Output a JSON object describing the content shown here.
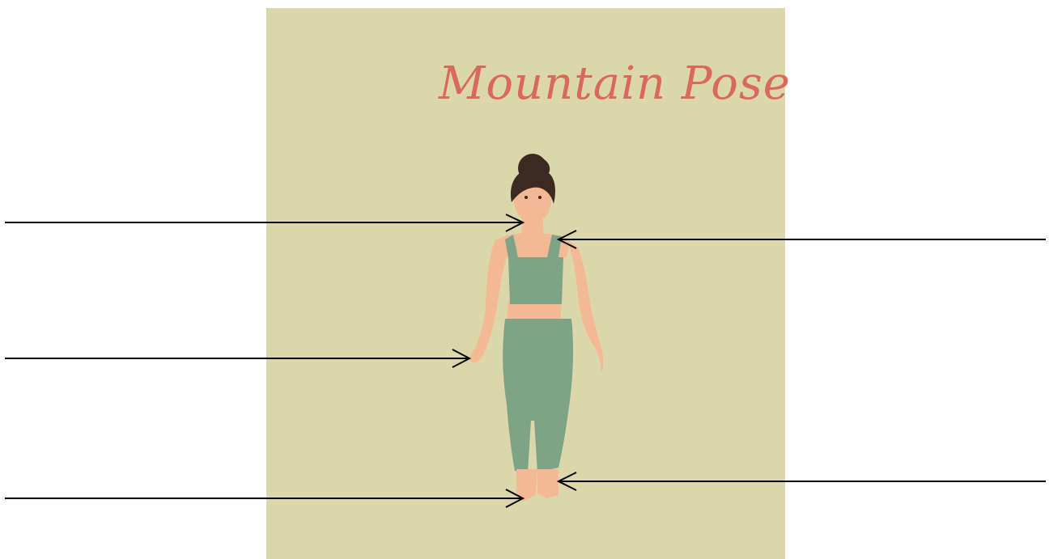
{
  "poster": {
    "title": "Mountain Pose",
    "colors": {
      "background": "#dbd7ab",
      "title": "#d9695a",
      "skin": "#f2b994",
      "clothing": "#7fa387",
      "hair": "#3b2a22",
      "arrow": "#000000"
    }
  },
  "pointers": [
    {
      "id": "head",
      "side": "left"
    },
    {
      "id": "shoulder",
      "side": "right"
    },
    {
      "id": "hand",
      "side": "left"
    },
    {
      "id": "ankle",
      "side": "right"
    },
    {
      "id": "foot",
      "side": "left"
    }
  ]
}
